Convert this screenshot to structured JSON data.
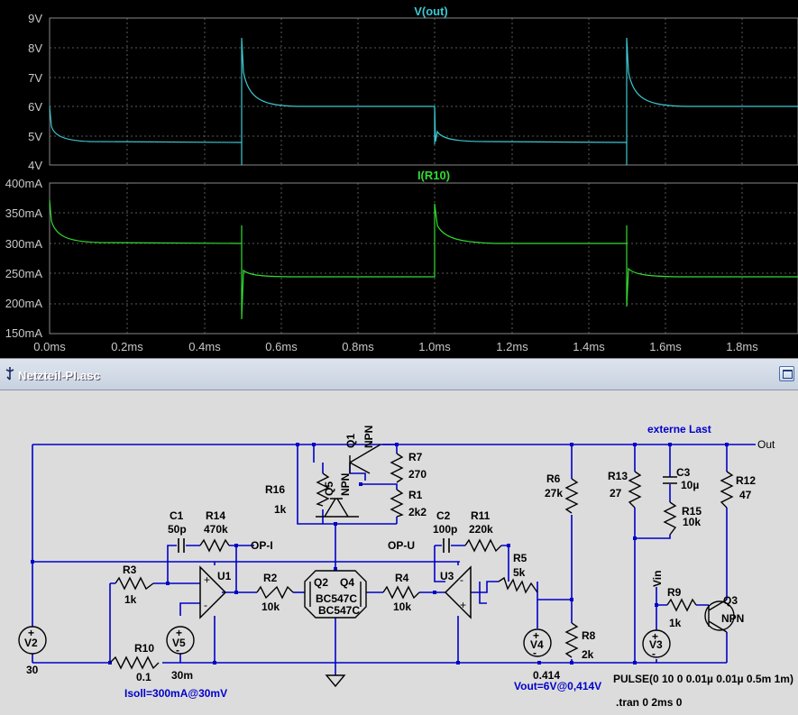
{
  "waveform": {
    "traces": [
      {
        "name": "V(out)",
        "color": "#3cc8d2",
        "y_ticks": [
          "9V",
          "8V",
          "7V",
          "6V",
          "5V",
          "4V"
        ]
      },
      {
        "name": "I(R10)",
        "color": "#32dc32",
        "y_ticks": [
          "400mA",
          "350mA",
          "300mA",
          "250mA",
          "200mA",
          "150mA"
        ]
      }
    ],
    "x_ticks": [
      "0.0ms",
      "0.2ms",
      "0.4ms",
      "0.6ms",
      "0.8ms",
      "1.0ms",
      "1.2ms",
      "1.4ms",
      "1.6ms",
      "1.8ms"
    ]
  },
  "schematic_window": {
    "title": "Netzteil-PI.asc"
  },
  "schematic": {
    "components": {
      "q1": {
        "name": "Q1",
        "type": "NPN"
      },
      "q5": {
        "name": "Q5",
        "type": "NPN"
      },
      "q2": {
        "name": "Q2",
        "type": "BC547C"
      },
      "q4": {
        "name": "Q4",
        "type": "BC547C"
      },
      "q3": {
        "name": "Q3",
        "type": "NPN"
      },
      "r7": {
        "name": "R7",
        "value": "270"
      },
      "r1": {
        "name": "R1",
        "value": "2k2"
      },
      "r16": {
        "name": "R16",
        "value": "1k"
      },
      "r6": {
        "name": "R6",
        "value": "27k"
      },
      "r13": {
        "name": "R13",
        "value": "27"
      },
      "c3": {
        "name": "C3",
        "value": "10µ"
      },
      "r15": {
        "name": "R15",
        "value": "10k"
      },
      "r12": {
        "name": "R12",
        "value": "47"
      },
      "c1": {
        "name": "C1",
        "value": "50p"
      },
      "r14": {
        "name": "R14",
        "value": "470k"
      },
      "c2": {
        "name": "C2",
        "value": "100p"
      },
      "r11": {
        "name": "R11",
        "value": "220k"
      },
      "r3": {
        "name": "R3",
        "value": "1k"
      },
      "r2": {
        "name": "R2",
        "value": "10k"
      },
      "r4": {
        "name": "R4",
        "value": "10k"
      },
      "r5": {
        "name": "R5",
        "value": "5k"
      },
      "r9": {
        "name": "R9",
        "value": "1k"
      },
      "r8": {
        "name": "R8",
        "value": "2k"
      },
      "r10": {
        "name": "R10",
        "value": "0.1"
      },
      "u1": {
        "name": "U1"
      },
      "u3": {
        "name": "U3"
      },
      "v2": {
        "name": "V2",
        "value": "30"
      },
      "v5": {
        "name": "V5",
        "value": "30m"
      },
      "v4": {
        "name": "V4",
        "value": "0.414"
      },
      "v3": {
        "name": "V3",
        "value": "PULSE(0 10 0 0.01µ 0.01µ 0.5m 1m)"
      }
    },
    "net_labels": {
      "out": "Out",
      "op_i": "OP-I",
      "op_u": "OP-U",
      "vin": "Vin"
    },
    "comments": {
      "load": "externe Last",
      "isoll": "Isoll=300mA@30mV",
      "vout": "Vout=6V@0,414V",
      "tran": ".tran 0 2ms 0"
    },
    "colors": {
      "wire": "#0000c8",
      "comment": "#0000c8",
      "text": "#000000",
      "component": "#000000"
    }
  }
}
